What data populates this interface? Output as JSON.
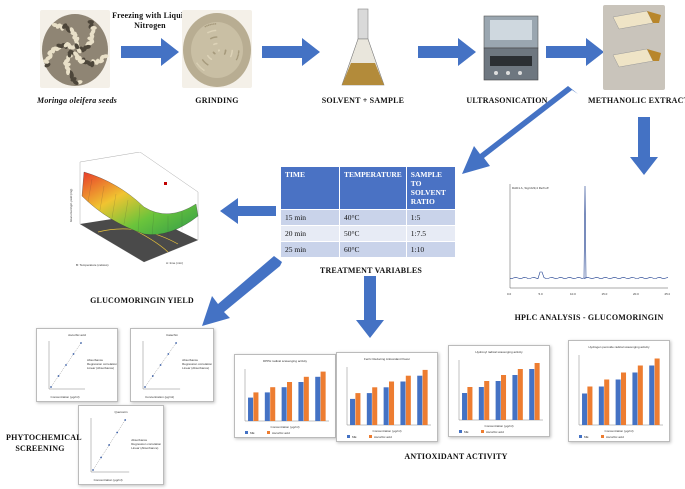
{
  "steps": {
    "seeds": "Moringa oleifera seeds",
    "freezing": "Freezing with Liquid Nitrogen",
    "grinding": "GRINDING",
    "solvent": "SOLVENT + SAMPLE",
    "ultrasonication": "ULTRASONICATION",
    "extract": "METHANOLIC EXTRACT"
  },
  "table": {
    "headers": [
      "TIME",
      "TEMPERATURE",
      "SAMPLE TO SOLVENT RATIO"
    ],
    "rows": [
      [
        "15 min",
        "40°C",
        "1:5"
      ],
      [
        "20 min",
        "50°C",
        "1:7.5"
      ],
      [
        "25 min",
        "60°C",
        "1:10"
      ]
    ],
    "caption": "TREATMENT VARIABLES"
  },
  "labels": {
    "yield": "GLUCOMORINGIN YIELD",
    "hplc": "HPLC ANALYSIS - GLUCOMORINGIN",
    "phyto": "PHYTOCHEMICAL SCREENING",
    "antioxidant": "ANTIOXIDANT ACTIVITY"
  },
  "surface": {
    "x_axis": "B: Temperature (celsius)",
    "y_axis": "A: time (min)",
    "z_axis": "Glucomoringin yield (mg)"
  },
  "hplc_chart": {
    "header": "DAD1 A, Sig=229,4 Ref=off",
    "x_ticks": [
      "0.0",
      "5.0",
      "10.0",
      "15.0",
      "20.0",
      "25.0"
    ]
  },
  "phyto_titles": [
    "Ascorbic acid",
    "Catechin",
    "Quercetin"
  ],
  "phyto_legend": [
    "Absorbance",
    "Regression correlation",
    "Linear (Absorbance)"
  ],
  "phyto_xlabel": "Concentration (µg/ml)",
  "antioxidant_panels": [
    {
      "title": "DPPH radical scavenging activity",
      "xlabel": "Concentration (µg/ml)",
      "legend": [
        "ME",
        "Ascorbic acid"
      ]
    },
    {
      "title": "Ferric Reducing Antioxidant Power",
      "xlabel": "Concentration (µg/ml)",
      "legend": [
        "ME",
        "Ascorbic acid"
      ]
    },
    {
      "title": "Hydroxyl radical scavenging activity",
      "xlabel": "Concentration (µg/ml)",
      "legend": [
        "ME",
        "Ascorbic acid"
      ]
    },
    {
      "title": "Hydrogen peroxide radical scavenging activity",
      "xlabel": "Concentration (µg/ml)",
      "legend": [
        "ME",
        "Ascorbic acid"
      ]
    }
  ],
  "colors": {
    "arrow": "#4472c4",
    "series_a": "#4472c4",
    "series_b": "#ed7d31"
  }
}
